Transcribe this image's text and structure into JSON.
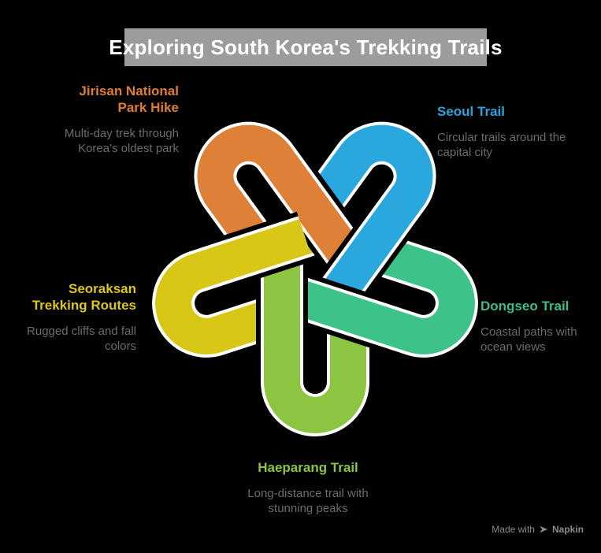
{
  "title": {
    "text": "Exploring South Korea's Trekking Trails",
    "bg": "#9c9c9c",
    "text_color": "#ffffff"
  },
  "theme": {
    "background": "#000000",
    "muted_text": "#6c6c6c",
    "outline": "#ffffff",
    "footer_text": "#8a8a8a"
  },
  "trails": [
    {
      "id": "jirisan",
      "name": "Jirisan National Park Hike",
      "description": "Multi-day trek through Korea's oldest park",
      "color": "#e07e2f"
    },
    {
      "id": "seoul",
      "name": "Seoul Trail",
      "description": "Circular trails around the capital city",
      "color": "#29a4db"
    },
    {
      "id": "dongseo",
      "name": "Dongseo Trail",
      "description": "Coastal paths with ocean views",
      "color": "#3cbe87"
    },
    {
      "id": "haeparang",
      "name": "Haeparang Trail",
      "description": "Long-distance trail with stunning peaks",
      "color": "#8cc53f"
    },
    {
      "id": "seoraksan",
      "name": "Seoraksan Trekking Routes",
      "description": "Rugged cliffs and fall colors",
      "color": "#dcc716"
    }
  ],
  "knot": {
    "strands": [
      {
        "name": "orange",
        "color": "#df8038",
        "apex_deg": -126
      },
      {
        "name": "blue",
        "color": "#2aa7dc",
        "apex_deg": -54
      },
      {
        "name": "green",
        "color": "#3dc289",
        "apex_deg": 18
      },
      {
        "name": "lightgreen",
        "color": "#8cc542",
        "apex_deg": 90
      },
      {
        "name": "yellow",
        "color": "#d8c716",
        "apex_deg": 162
      }
    ],
    "outline_color": "#ffffff",
    "gap_color": "#000000"
  },
  "footer": {
    "text": "Made with",
    "brand": "Napkin"
  }
}
